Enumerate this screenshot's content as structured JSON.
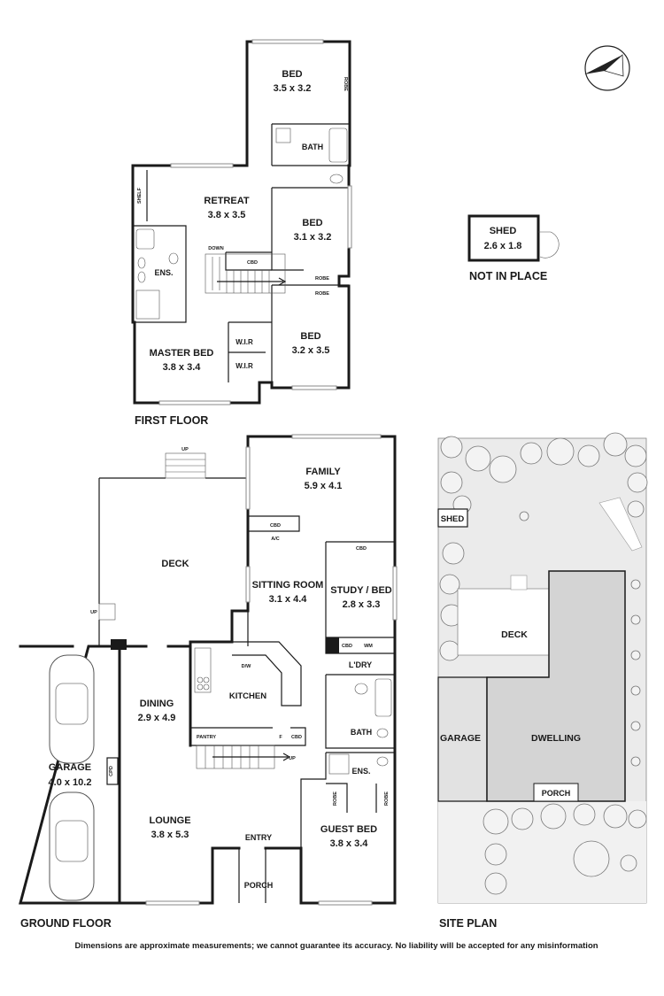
{
  "sections": {
    "first_floor": "FIRST FLOOR",
    "ground_floor": "GROUND FLOOR",
    "site_plan": "SITE PLAN",
    "not_in_place": "NOT IN PLACE"
  },
  "first_floor_rooms": {
    "bed1_name": "BED",
    "bed1_size": "3.5 x 3.2",
    "bath": "BATH",
    "robe": "ROBE",
    "shelf": "SHELF",
    "retreat_name": "RETREAT",
    "retreat_size": "3.8 x 3.5",
    "bed2_name": "BED",
    "bed2_size": "3.1 x 3.2",
    "ens": "ENS.",
    "down": "DOWN",
    "cbd": "CBD",
    "robe2": "ROBE",
    "robe3": "ROBE",
    "master_name": "MASTER BED",
    "master_size": "3.8 x 3.4",
    "wir1": "W.I.R",
    "wir2": "W.I.R",
    "bed3_name": "BED",
    "bed3_size": "3.2 x 3.5"
  },
  "shed": {
    "name": "SHED",
    "size": "2.6 x 1.8"
  },
  "ground_floor_rooms": {
    "up_deck": "UP",
    "up_side": "UP",
    "family_name": "FAMILY",
    "family_size": "5.9 x 4.1",
    "cbd_family": "CBD",
    "ac": "A/C",
    "deck": "DECK",
    "cbd_study": "CBD",
    "sitting_name": "SITTING ROOM",
    "sitting_size": "3.1 x 4.4",
    "study_name": "STUDY / BED",
    "study_size": "2.8 x 3.3",
    "cbd_ldry": "CBD",
    "wm": "WM",
    "ldry": "L'DRY",
    "dw": "D/W",
    "kitchen": "KITCHEN",
    "dining_name": "DINING",
    "dining_size": "2.9 x 4.9",
    "bath": "BATH",
    "pantry": "PANTRY",
    "f": "F",
    "cbd_kitchen": "CBD",
    "up_stairs": "UP",
    "garage_name": "GARAGE",
    "garage_size": "4.0 x 10.2",
    "cpd": "CPD",
    "ens": "ENS.",
    "robe_a": "ROBE",
    "robe_b": "ROBE",
    "lounge_name": "LOUNGE",
    "lounge_size": "3.8 x 5.3",
    "entry": "ENTRY",
    "guest_name": "GUEST BED",
    "guest_size": "3.8 x 3.4",
    "porch": "PORCH"
  },
  "site_plan_labels": {
    "shed": "SHED",
    "deck": "DECK",
    "garage": "GARAGE",
    "dwelling": "DWELLING",
    "porch": "PORCH"
  },
  "disclaimer": "Dimensions are approximate measurements; we cannot guarantee its accuracy. No liability will be accepted for any misinformation"
}
